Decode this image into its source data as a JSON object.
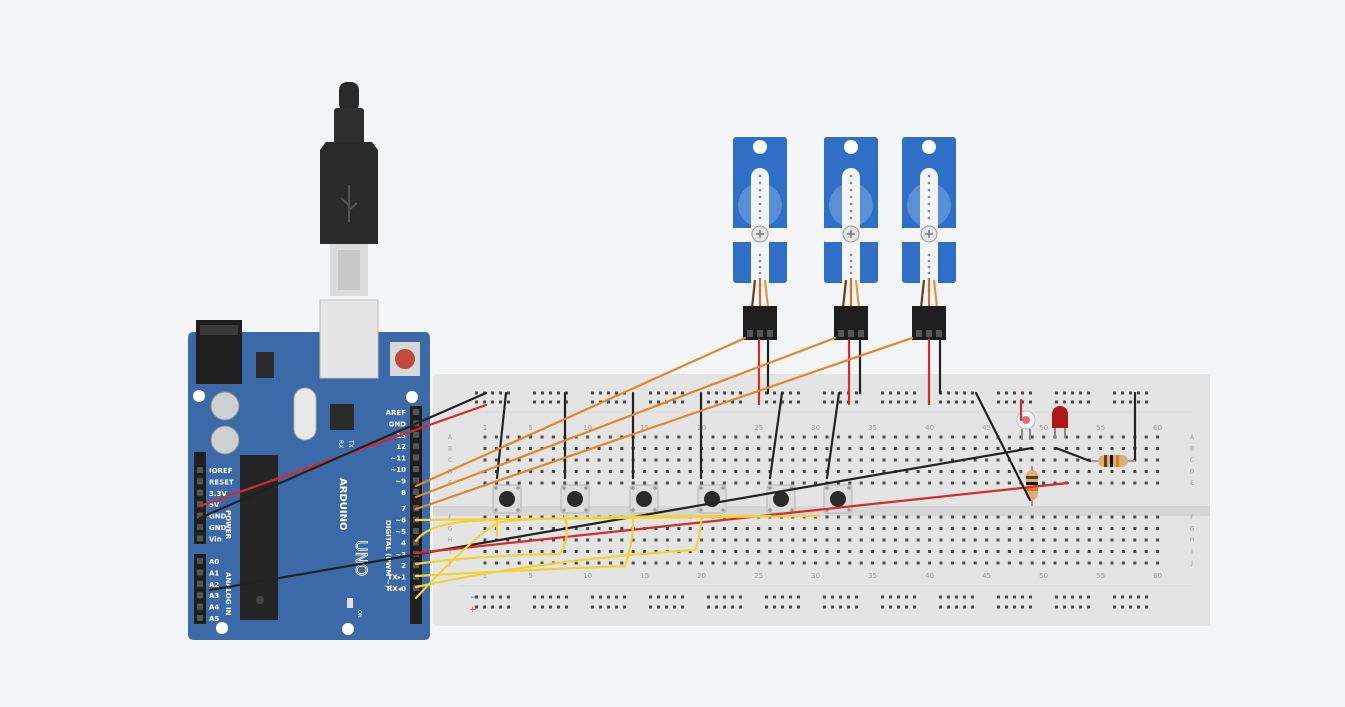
{
  "board": {
    "brand": "ARDUINO",
    "model": "UNO",
    "on_label": "ON",
    "tx_label": "TX",
    "rx_label": "RX",
    "digital_label": "DIGITAL (PWM ~)",
    "power_label": "POWER",
    "analog_label": "ANALOG IN",
    "digital_pins": [
      "AREF",
      "GND",
      "13",
      "12",
      "~11",
      "~10",
      "~9",
      "8",
      "7",
      "~6",
      "~5",
      "4",
      "~3",
      "2",
      "TX▸1",
      "RX◂0"
    ],
    "power_pins": [
      "IOREF",
      "RESET",
      "3.3V",
      "5V",
      "GND",
      "GND",
      "Vin"
    ],
    "analog_pins": [
      "A0",
      "A1",
      "A2",
      "A3",
      "A4",
      "A5"
    ]
  },
  "breadboard": {
    "column_numbers": [
      "1",
      "5",
      "10",
      "15",
      "20",
      "25",
      "30",
      "35",
      "40",
      "45",
      "50",
      "55",
      "60"
    ],
    "top_rows": [
      "A",
      "B",
      "C",
      "D",
      "E"
    ],
    "bottom_rows": [
      "F",
      "G",
      "H",
      "I",
      "J"
    ],
    "rail_minus": "−",
    "rail_plus": "+"
  },
  "components": {
    "servo_count": 3,
    "button_count": 6
  },
  "colors": {
    "board_blue": "#3c6aa8",
    "wire_red": "#d42c2c",
    "wire_black": "#222222",
    "wire_orange": "#e0882a",
    "wire_yellow": "#f2d23a",
    "servo_blue": "#2f6fc6",
    "led_red": "#b01818"
  }
}
